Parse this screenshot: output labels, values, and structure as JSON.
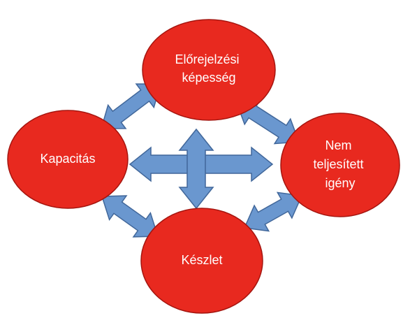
{
  "diagram": {
    "nodes": {
      "forecast": {
        "lines": [
          "Előrejelzési",
          "képesség"
        ]
      },
      "capacity": {
        "lines": [
          "Kapacitás"
        ]
      },
      "unmet_demand": {
        "lines": [
          "Nem",
          "teljesített",
          "igény"
        ]
      },
      "inventory": {
        "lines": [
          "Készlet"
        ]
      }
    },
    "colors": {
      "node_fill": "#e8291f",
      "node_stroke": "#a5150f",
      "arrow_fill": "#6a97cf",
      "arrow_stroke": "#41679a",
      "label_text": "#ffffff"
    }
  }
}
